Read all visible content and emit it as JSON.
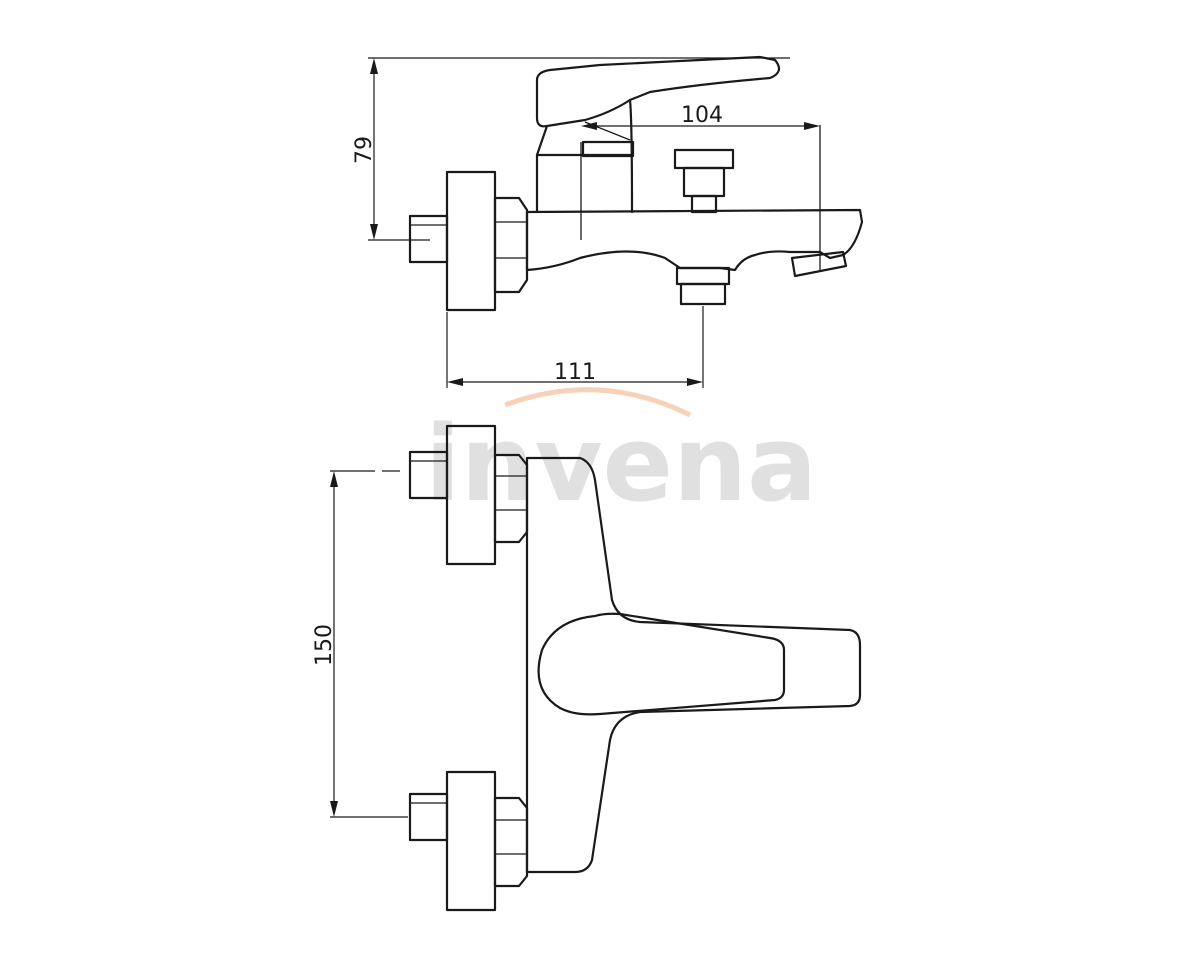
{
  "dimensions": {
    "top_view_height": "79",
    "spout_length": "104",
    "outlet_offset": "111",
    "inlet_spacing": "150"
  },
  "watermark": {
    "text": "invena"
  }
}
